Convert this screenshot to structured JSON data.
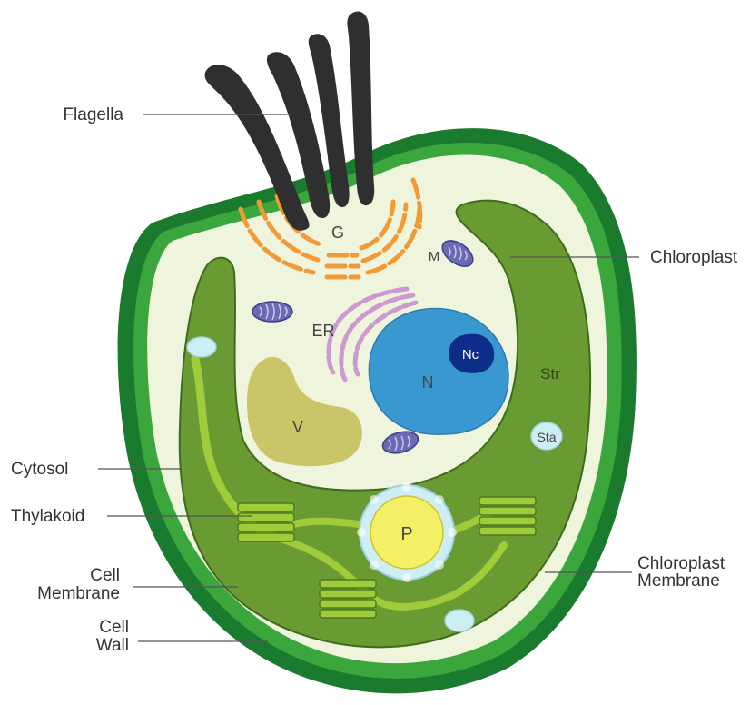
{
  "callouts": {
    "flagella": "Flagella",
    "chloroplast": "Chloroplast",
    "cytosol": "Cytosol",
    "thylakoid": "Thylakoid",
    "cell_membrane_1": "Cell",
    "cell_membrane_2": "Membrane",
    "cell_wall_1": "Cell",
    "cell_wall_2": "Wall",
    "chloroplast_membrane_1": "Chloroplast",
    "chloroplast_membrane_2": "Membrane"
  },
  "organelles": {
    "golgi": "G",
    "mitochondrion": "M",
    "er": "ER",
    "nucleus": "N",
    "nucleolus": "Nc",
    "vacuole": "V",
    "stroma": "Str",
    "starch": "Sta",
    "pyrenoid": "P"
  },
  "colors": {
    "cell_wall": "#1a7a2e",
    "cell_membrane": "#3aa63c",
    "cytoplasm": "#eef5dc",
    "chloroplast": "#6a9a32",
    "thylakoid": "#9fcc3b",
    "nucleus": "#3a98d0",
    "nucleolus": "#0d2d8a",
    "vacuole": "#cbc56a",
    "golgi": "#f29a35",
    "er": "#cc99d0",
    "mitochondria": "#6b6bb4",
    "pyrenoid": "#f4f066",
    "pyrenoid_shell": "#cfeef4",
    "flagella": "#2f2f2f"
  }
}
